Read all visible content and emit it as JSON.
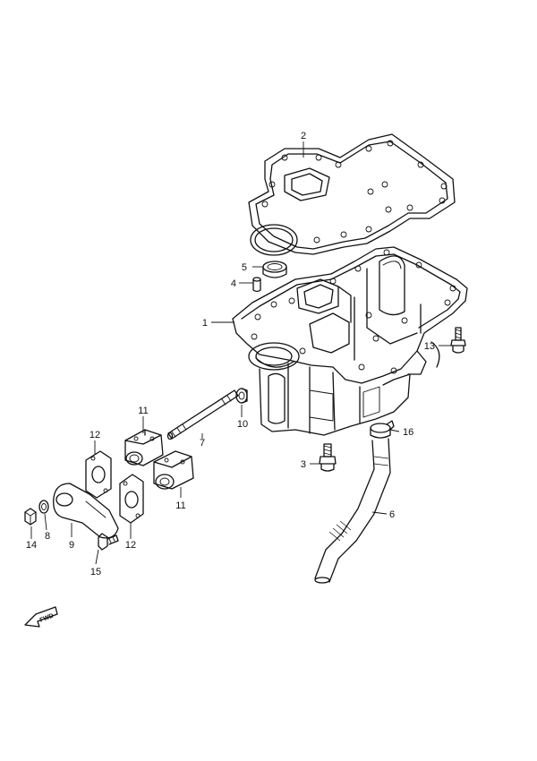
{
  "callouts": [
    {
      "id": "1",
      "label": "1"
    },
    {
      "id": "2",
      "label": "2"
    },
    {
      "id": "3",
      "label": "3"
    },
    {
      "id": "4",
      "label": "4"
    },
    {
      "id": "5",
      "label": "5"
    },
    {
      "id": "6",
      "label": "6"
    },
    {
      "id": "7",
      "label": "7"
    },
    {
      "id": "8",
      "label": "8"
    },
    {
      "id": "9",
      "label": "9"
    },
    {
      "id": "10",
      "label": "10"
    },
    {
      "id": "11a",
      "label": "11"
    },
    {
      "id": "11b",
      "label": "11"
    },
    {
      "id": "12a",
      "label": "12"
    },
    {
      "id": "12b",
      "label": "12"
    },
    {
      "id": "13",
      "label": "13"
    },
    {
      "id": "14",
      "label": "14"
    },
    {
      "id": "15",
      "label": "15"
    },
    {
      "id": "16",
      "label": "16"
    }
  ],
  "direction_marker": {
    "label": "FWD",
    "icon": "forward-arrow-icon"
  }
}
